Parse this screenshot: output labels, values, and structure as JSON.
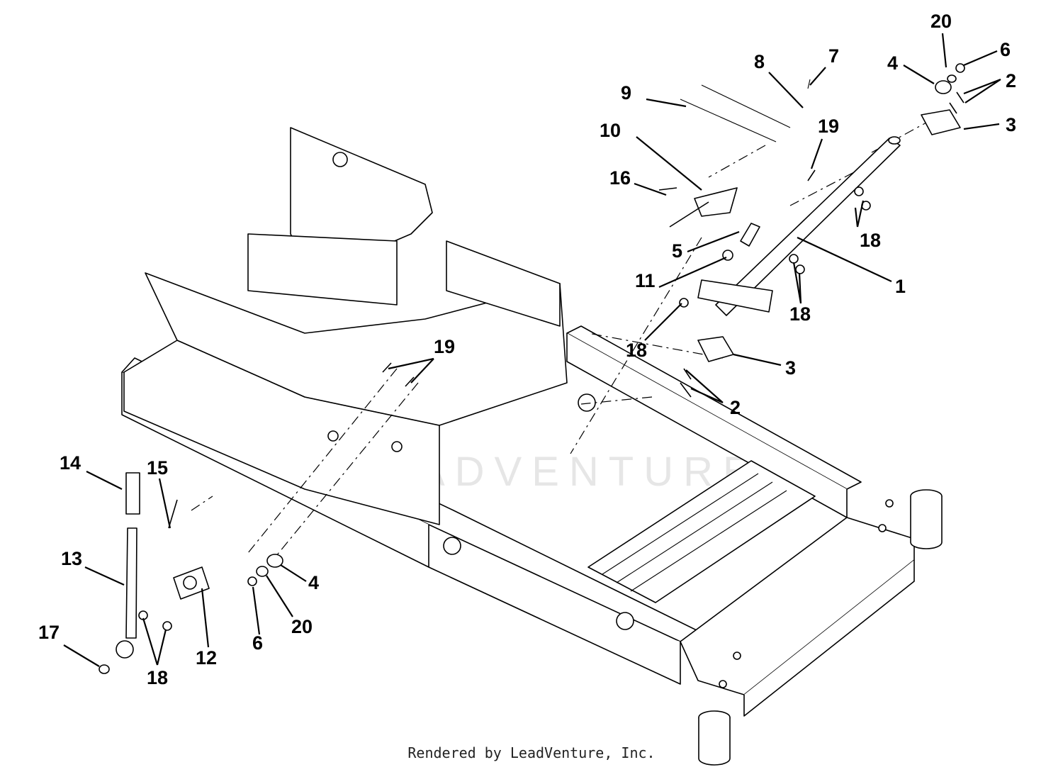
{
  "footer": {
    "credit": "Rendered by LeadVenture, Inc."
  },
  "watermark": {
    "text": "LEADVENTURE"
  },
  "parts": [
    {
      "label": "20"
    },
    {
      "label": "6"
    },
    {
      "label": "4"
    },
    {
      "label": "2"
    },
    {
      "label": "3"
    },
    {
      "label": "8"
    },
    {
      "label": "7"
    },
    {
      "label": "9"
    },
    {
      "label": "10"
    },
    {
      "label": "19"
    },
    {
      "label": "16"
    },
    {
      "label": "18"
    },
    {
      "label": "5"
    },
    {
      "label": "11"
    },
    {
      "label": "1"
    },
    {
      "label": "18"
    },
    {
      "label": "18"
    },
    {
      "label": "3"
    },
    {
      "label": "2"
    },
    {
      "label": "19"
    },
    {
      "label": "14"
    },
    {
      "label": "15"
    },
    {
      "label": "13"
    },
    {
      "label": "4"
    },
    {
      "label": "20"
    },
    {
      "label": "6"
    },
    {
      "label": "12"
    },
    {
      "label": "17"
    },
    {
      "label": "18"
    }
  ],
  "colors": {
    "ink": "#000000",
    "background": "#ffffff",
    "watermark": "#e6e6e6"
  }
}
